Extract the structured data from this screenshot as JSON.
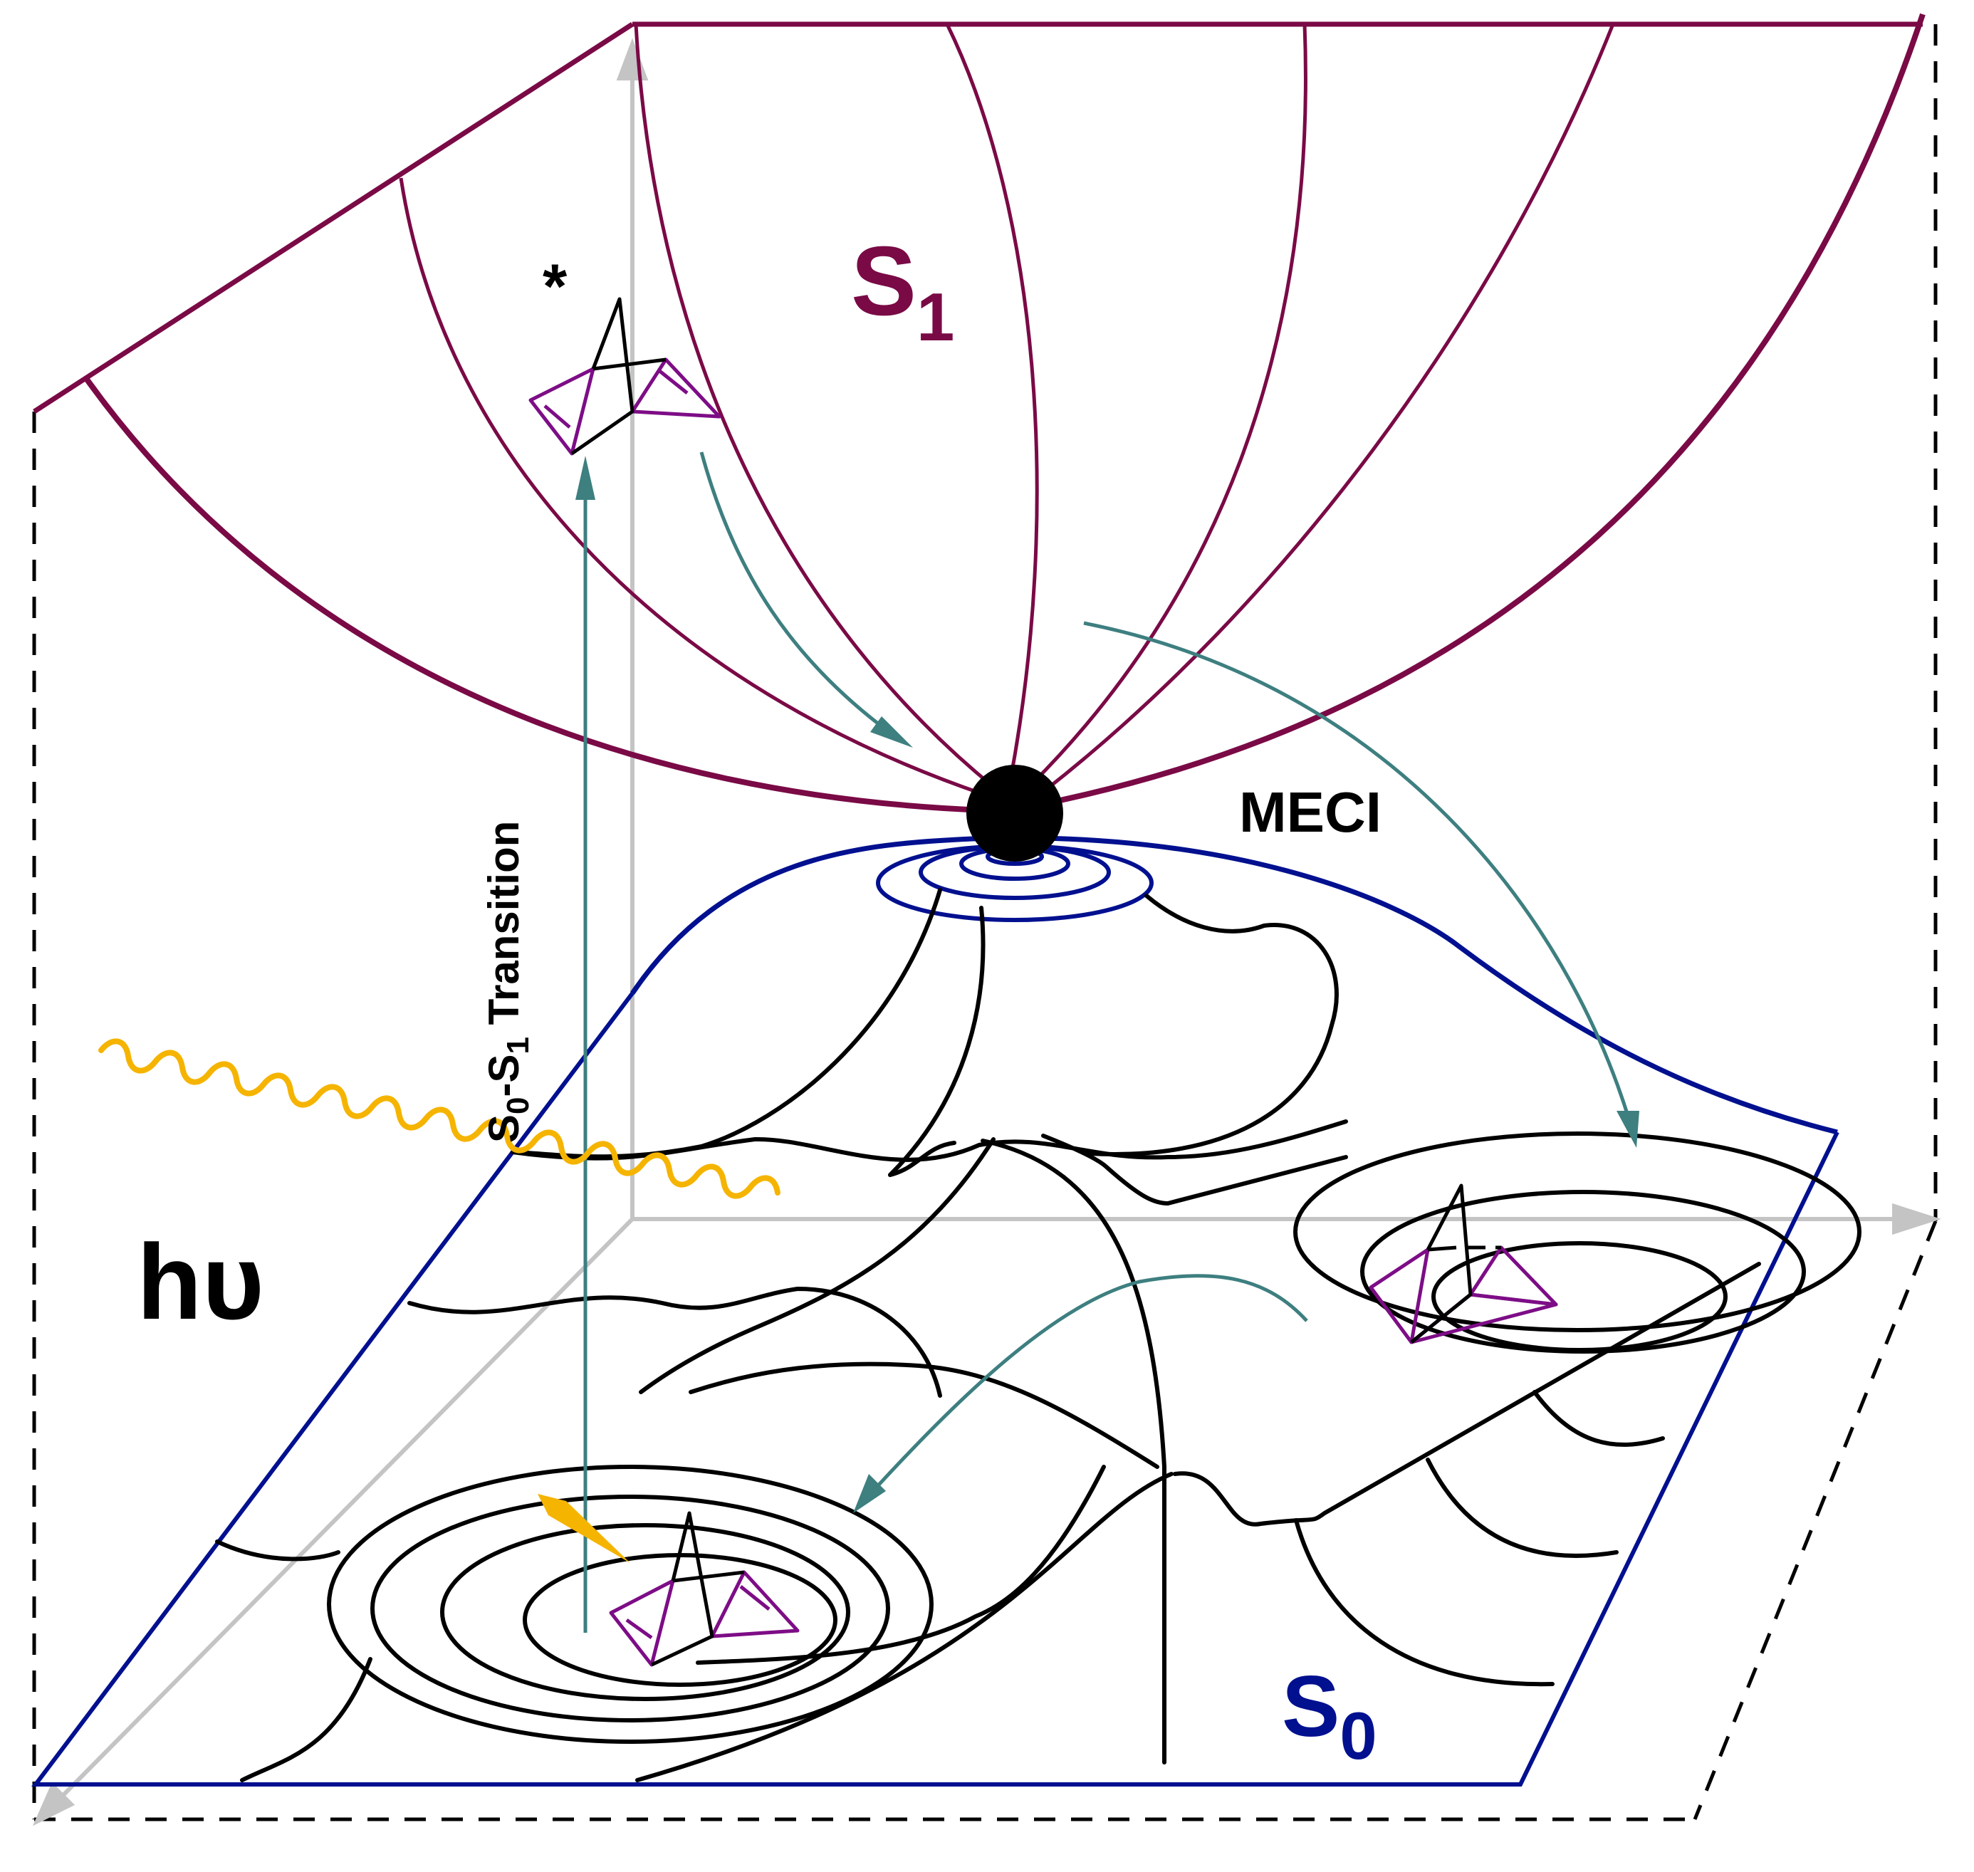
{
  "labels": {
    "s1_main": "S",
    "s1_sub": "1",
    "s0_main": "S",
    "s0_sub": "0",
    "meci": "MECI",
    "hv": "hυ",
    "excited_marker": "*",
    "transition_a": "S",
    "transition_a_sub": "0",
    "transition_b": "-S",
    "transition_b_sub": "1",
    "transition_c": " Transition"
  },
  "colors": {
    "s1_surface": "#7a0a46",
    "s0_surface": "#00108f",
    "contour": "#000000",
    "pathway_arrow": "#3e7f80",
    "photon": "#f5b400",
    "axis": "#c4c4c4",
    "double_bond": "#7d0d86",
    "meci_point": "#000000"
  },
  "icons": {
    "photon": "wavy-photon-arrow",
    "molecule": "norbornadiene-quadricyclane-structure",
    "intersection": "conical-intersection-point"
  }
}
